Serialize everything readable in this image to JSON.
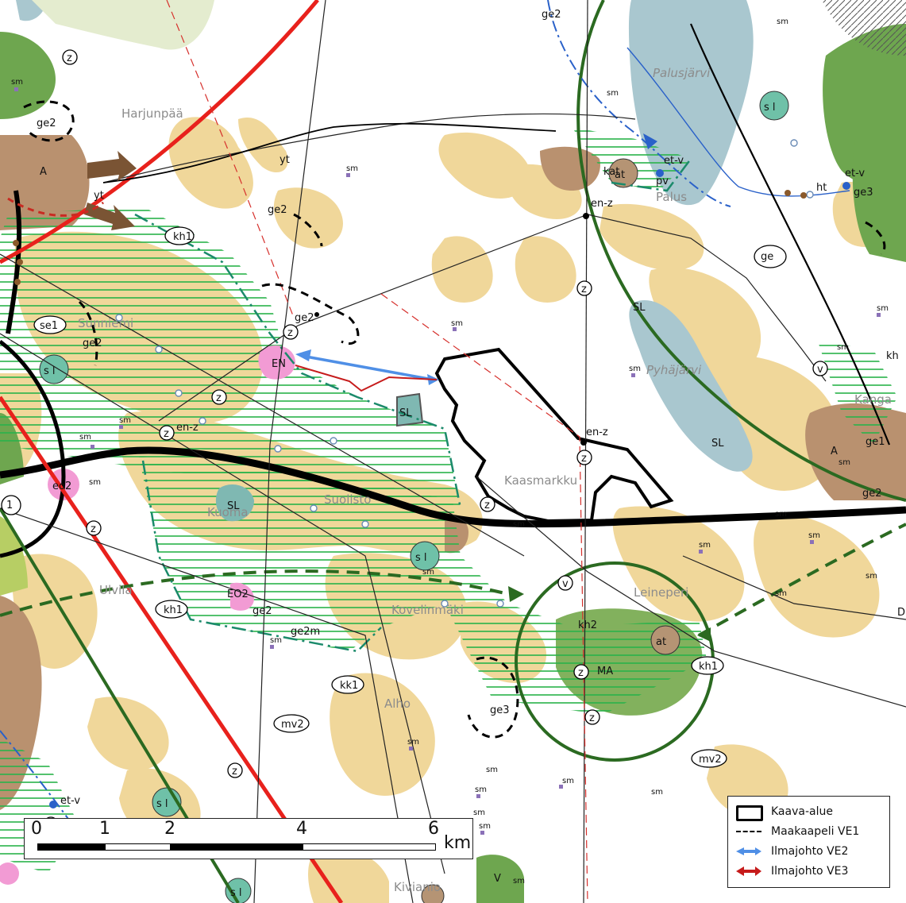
{
  "places": {
    "harjunpaa": "Harjunpää",
    "sunniemi": "Sunniemi",
    "palusjarvi": "Palusjärvi",
    "palus": "Palus",
    "pyhajarvi": "Pyhäjärvi",
    "kaasmarkku": "Kaasmarkku",
    "suolisto": "Suolisto",
    "kuoma": "Kuoma",
    "ulvila": "Ulvila",
    "kovelinmaki": "Kovelinmäki",
    "leineperi": "Leineperi",
    "kangas": "Kanga",
    "alho": "Alho",
    "kivianio": "Kivianio"
  },
  "codes": {
    "ge2": "ge2",
    "ge3": "ge3",
    "ge": "ge",
    "ge1": "ge1",
    "yt": "yt",
    "z": "z",
    "kh1": "kh1",
    "kh2": "kh2",
    "kk1": "kk1",
    "mv2": "mv2",
    "se1": "se1",
    "sl": "s l",
    "SL": "SL",
    "EN": "EN",
    "en_z": "en-z",
    "eo2": "eo2",
    "EO2": "EO2",
    "A": "A",
    "at": "at",
    "kat": "kat",
    "pv": "pv",
    "et_v": "et-v",
    "ht": "ht",
    "v": "v",
    "V": "V",
    "MA": "MA",
    "kh": "kh",
    "sm": "sm",
    "one": "1",
    "D": "D",
    "ge2m": "ge2m"
  },
  "legend": {
    "items": [
      {
        "label": "Kaava-alue"
      },
      {
        "label": "Maakaapeli VE1"
      },
      {
        "label": "Ilmajohto VE2"
      },
      {
        "label": "Ilmajohto VE3"
      }
    ]
  },
  "scale": {
    "ticks": [
      "0",
      "1",
      "2",
      "4",
      "6"
    ],
    "unit": "km"
  },
  "colors": {
    "yellow": "#f0d79a",
    "brown": "#b9916f",
    "lake": "#a9c7cf",
    "green_forest": "#6ea64f",
    "pink": "#f29bd4",
    "red_line": "#e8211c",
    "dark_green_line": "#2b6a21",
    "ilmajohto_ve2": "#4f8fe6",
    "ilmajohto_ve3": "#c61b1b"
  }
}
